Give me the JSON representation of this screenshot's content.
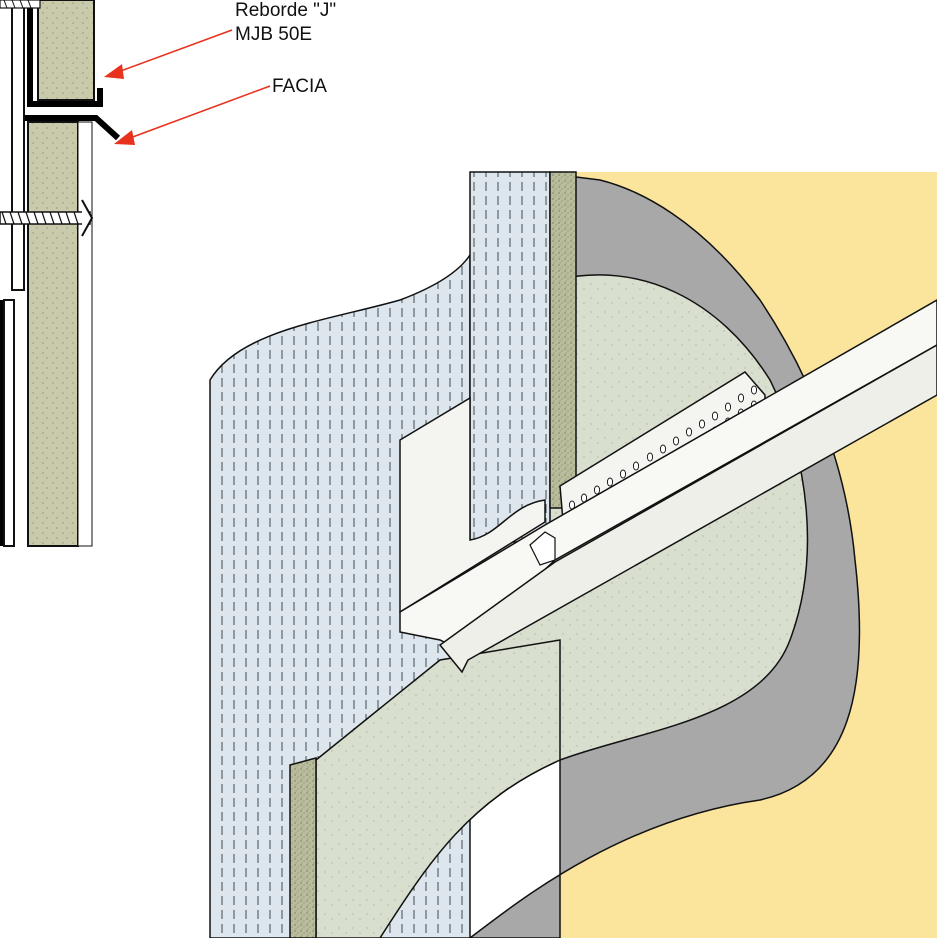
{
  "labels": {
    "reborde_line1": "Reborde \"J\"",
    "reborde_line2": "MJB 50E",
    "facia": "FACIA"
  },
  "colors": {
    "sand_background": "#fbe49c",
    "grey_render": "#a8a8a8",
    "pale_plaster": "#d9dfcf",
    "speckled_board": "#b8bb9a",
    "blue_panel": "#dde6ec",
    "profile_white": "#f4f4f0",
    "leader_arrow": "#e8321e",
    "line_black": "#111111"
  }
}
